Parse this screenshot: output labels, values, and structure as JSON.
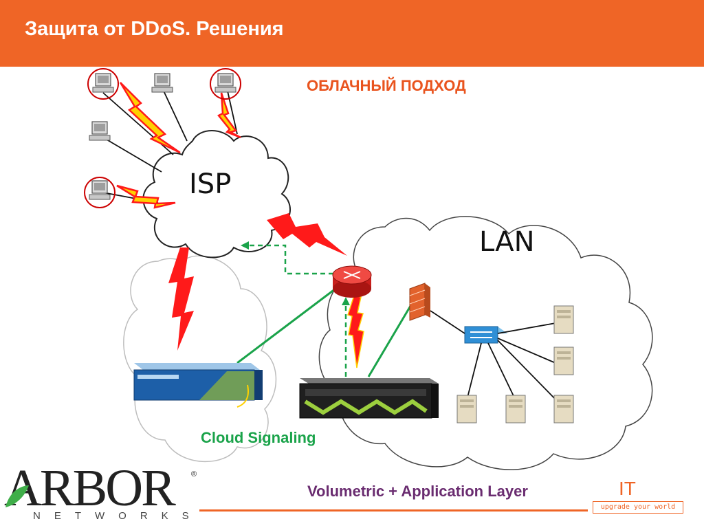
{
  "header": {
    "title": "Защита от DDoS. Решения",
    "color": "#ef6526"
  },
  "diagram": {
    "subtitle": "ОБЛАЧНЫЙ ПОДХОД",
    "isp_label": "ISP",
    "lan_label": "LAN",
    "signal_label": "Cloud Signaling",
    "volumetric_label": "Volumetric + Application Layer",
    "colors": {
      "attack": "#ff1a1a",
      "signal_line": "#1aa34a",
      "accent": "#e9541e"
    }
  },
  "branding": {
    "arbor_name": "ARBOR",
    "arbor_registered": "®",
    "arbor_sub": "NETWORKS",
    "pace_brand": "IT",
    "pace_tagline": "upgrade your world"
  }
}
